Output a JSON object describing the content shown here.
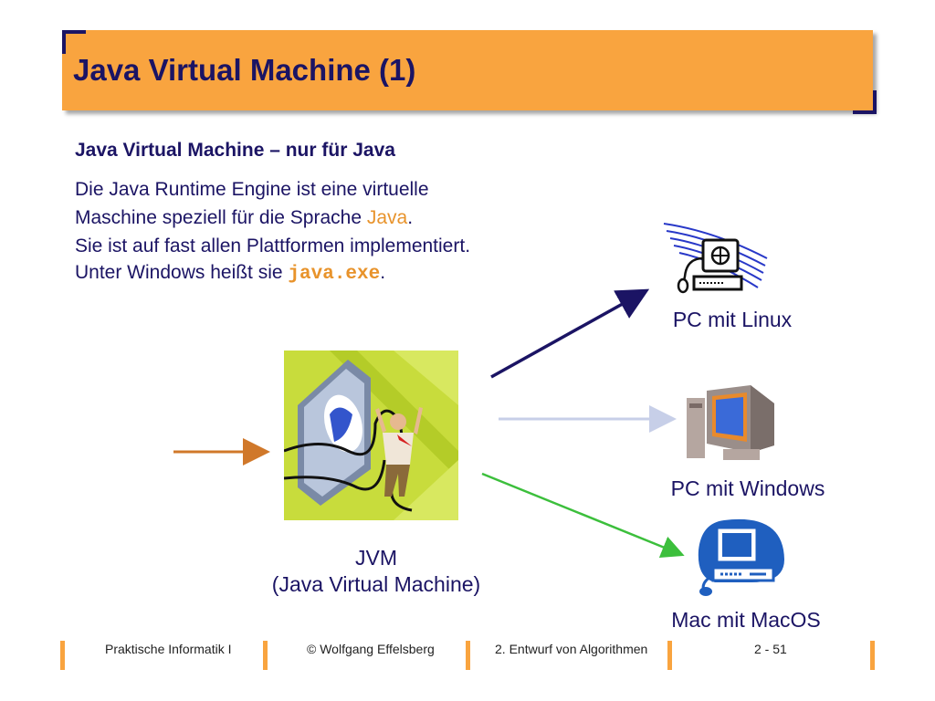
{
  "slide": {
    "title": "Java Virtual Machine (1)",
    "subtitle": "Java Virtual Machine – nur für Java",
    "line1": "Die Java Runtime Engine ist eine virtuelle",
    "line2_pre": "Maschine speziell für die Sprache ",
    "line2_java": "Java",
    "line2_post": ".",
    "line3": "Sie ist auf fast allen Plattformen implementiert.",
    "line4_pre": "Unter Windows heißt sie ",
    "line4_code": "java.exe",
    "line4_post": "."
  },
  "diagram": {
    "jvm_label_1": "JVM",
    "jvm_label_2": "(Java Virtual Machine)",
    "linux_label": "PC mit Linux",
    "windows_label": "PC mit Windows",
    "mac_label": "Mac mit MacOS",
    "arrow_colors": {
      "input": "#d0782a",
      "linux": "#1b1464",
      "windows": "#c7cfe8",
      "mac": "#3cbf3c"
    },
    "icons": [
      "jvm-clipart-icon",
      "linux-computer-icon",
      "windows-computer-icon",
      "mac-computer-icon"
    ]
  },
  "footer": {
    "course": "Praktische Informatik I",
    "author": "© Wolfgang Effelsberg",
    "chapter": "2. Entwurf von Algorithmen",
    "page": "2 - 51"
  },
  "colors": {
    "accent": "#f9a43f",
    "text": "#1b1464"
  }
}
